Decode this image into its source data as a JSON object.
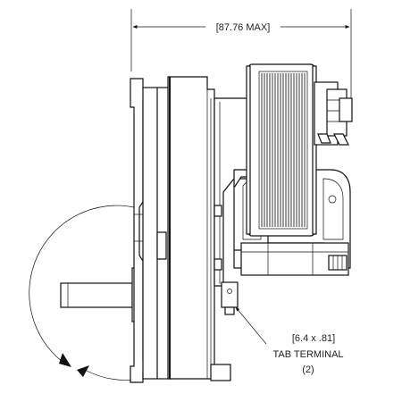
{
  "dimension": {
    "overall_width": "[87.76 MAX]"
  },
  "callout": {
    "size": "[6.4 x .81]",
    "name": "TAB TERMINAL",
    "count": "(2)"
  },
  "colors": {
    "line": "#111111",
    "background": "#ffffff"
  }
}
